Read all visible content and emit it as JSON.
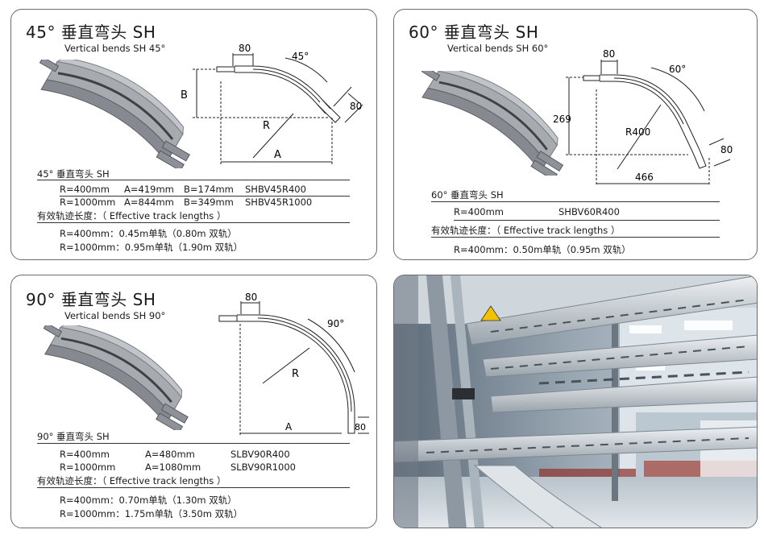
{
  "p45": {
    "title": "45°  垂直弯头 SH",
    "subtitle": "Vertical bends SH 45°",
    "dims": {
      "top": "80",
      "angle": "45°",
      "end": "80",
      "b": "B",
      "r": "R",
      "a": "A"
    },
    "table_head": "45°  垂直弯头 SH",
    "rows": [
      {
        "r": "R=400mm",
        "a": "A=419mm",
        "b": "B=174mm",
        "code": "SHBV45R400"
      },
      {
        "r": "R=1000mm",
        "a": "A=844mm",
        "b": "B=349mm",
        "code": "SHBV45R1000"
      }
    ],
    "eff_label": "有效轨迹长度：（ Effective track lengths ）",
    "eff": [
      "R=400mm：0.45m单轨（0.80m 双轨）",
      "R=1000mm：0.95m单轨（1.90m 双轨）"
    ]
  },
  "p60": {
    "title": "60°  垂直弯头 SH",
    "subtitle": "Vertical bends SH 60°",
    "dims": {
      "top": "80",
      "angle": "60°",
      "end": "80",
      "height": "269",
      "r": "R400",
      "width": "466"
    },
    "table_head": "60°  垂直弯头 SH",
    "rows": [
      {
        "r": "R=400mm",
        "code": "SHBV60R400"
      }
    ],
    "eff_label": "有效轨迹长度：（ Effective track lengths ）",
    "eff": [
      "R=400mm：0.50m单轨（0.95m 双轨）"
    ]
  },
  "p90": {
    "title": "90°  垂直弯头 SH",
    "subtitle": "Vertical bends SH 90°",
    "dims": {
      "top": "80",
      "angle": "90°",
      "end": "80",
      "r": "R",
      "a": "A"
    },
    "table_head": "90°  垂直弯头 SH",
    "rows": [
      {
        "r": "R=400mm",
        "a": "A=480mm",
        "code": "SLBV90R400"
      },
      {
        "r": "R=1000mm",
        "a": "A=1080mm",
        "code": "SLBV90R1000"
      }
    ],
    "eff_label": "有效轨迹长度：（ Effective track lengths ）",
    "eff": [
      "R=400mm：0.70m单轨（1.30m 双轨）",
      "R=1000mm：1.75m单轨（3.50m 双轨）"
    ]
  },
  "colors": {
    "border": "#6b6b6b",
    "part": "#9ea1a5",
    "part_dark": "#5c6066",
    "line": "#222222"
  }
}
